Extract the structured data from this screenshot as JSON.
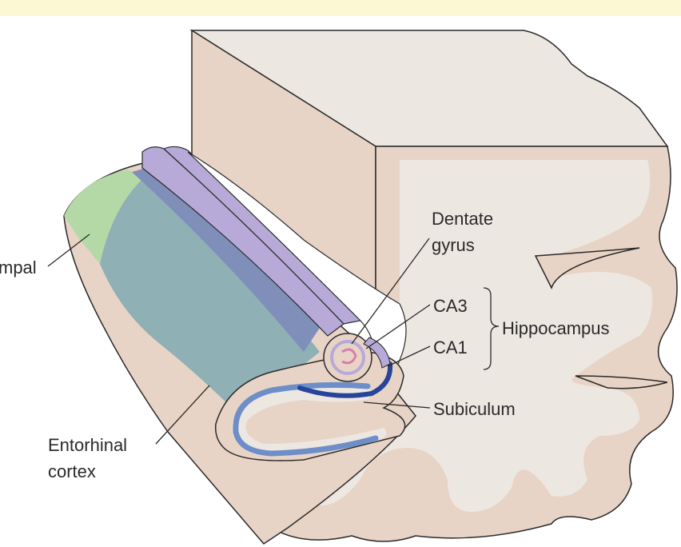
{
  "colors": {
    "top_band": "#fdf8d4",
    "tissue": "#e8d4c6",
    "tissue_light": "#ede7e2",
    "outline": "#2a2a2a",
    "green": "#b4d9a6",
    "teal": "#8fb0b4",
    "steel": "#7f8fba",
    "lavender": "#b7a9d8",
    "dark_blue": "#28449a",
    "mid_blue": "#6e8ec8",
    "pink": "#d87fa8",
    "white_gap": "#ffffff"
  },
  "labels": {
    "parahippocampal": "mpal",
    "entorhinal_line1": "Entorhinal",
    "entorhinal_line2": "cortex",
    "dentate_line1": "Dentate",
    "dentate_line2": "gyrus",
    "ca3": "CA3",
    "ca1": "CA1",
    "hippocampus": "Hippocampus",
    "subiculum": "Subiculum"
  }
}
